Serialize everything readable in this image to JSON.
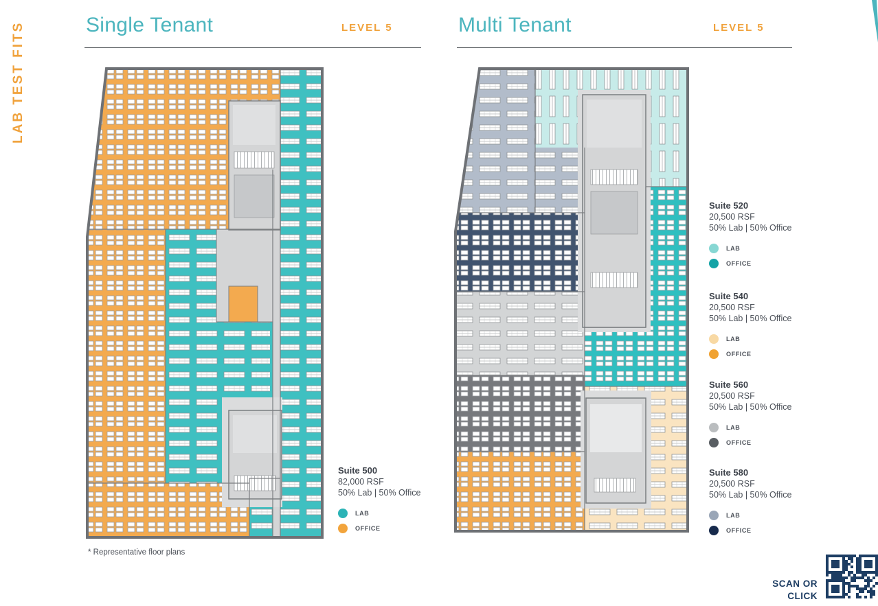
{
  "page": {
    "sidebar_label": "LAB TEST FITS",
    "footnote": "* Representative floor plans",
    "scan_or": "SCAN OR",
    "click": "CLICK"
  },
  "colors": {
    "accent_teal": "#4CB5BE",
    "accent_orange": "#F0A23C",
    "text_dark": "#4A4F57",
    "navy": "#1D3D63",
    "wall": "#6E7175",
    "core": "#D4D5D6",
    "single": {
      "lab": "#3FC0C1",
      "office": "#F3AA4F"
    },
    "multi": {
      "s520_lab": "#C7EBE9",
      "s520_office": "#2FBFC0",
      "s540_lab": "#FAE4C1",
      "s540_office": "#F3AA4F",
      "s560_lab": "#D3D5D6",
      "s560_office": "#77797D",
      "s580_lab": "#B2BCCA",
      "s580_office": "#41546F"
    }
  },
  "panels": {
    "single": {
      "title": "Single Tenant",
      "level": "LEVEL 5",
      "suites": [
        {
          "name": "Suite 500",
          "rsf": "82,000 RSF",
          "split": "50% Lab | 50% Office",
          "lab_label": "LAB",
          "office_label": "OFFICE",
          "lab_dot": "#2BB3B6",
          "office_dot": "#F2A43C"
        }
      ]
    },
    "multi": {
      "title": "Multi Tenant",
      "level": "LEVEL 5",
      "suites": [
        {
          "name": "Suite 520",
          "rsf": "20,500 RSF",
          "split": "50% Lab | 50% Office",
          "lab_label": "LAB",
          "office_label": "OFFICE",
          "lab_dot": "#87D7D3",
          "office_dot": "#14A3A6"
        },
        {
          "name": "Suite 540",
          "rsf": "20,500 RSF",
          "split": "50% Lab | 50% Office",
          "lab_label": "LAB",
          "office_label": "OFFICE",
          "lab_dot": "#F8D9A4",
          "office_dot": "#F0A232"
        },
        {
          "name": "Suite 560",
          "rsf": "20,500 RSF",
          "split": "50% Lab | 50% Office",
          "lab_label": "LAB",
          "office_label": "OFFICE",
          "lab_dot": "#BABDBF",
          "office_dot": "#595E63"
        },
        {
          "name": "Suite 580",
          "rsf": "20,500 RSF",
          "split": "50% Lab | 50% Office",
          "lab_label": "LAB",
          "office_label": "OFFICE",
          "lab_dot": "#9AA6B7",
          "office_dot": "#172A4C"
        }
      ]
    }
  }
}
